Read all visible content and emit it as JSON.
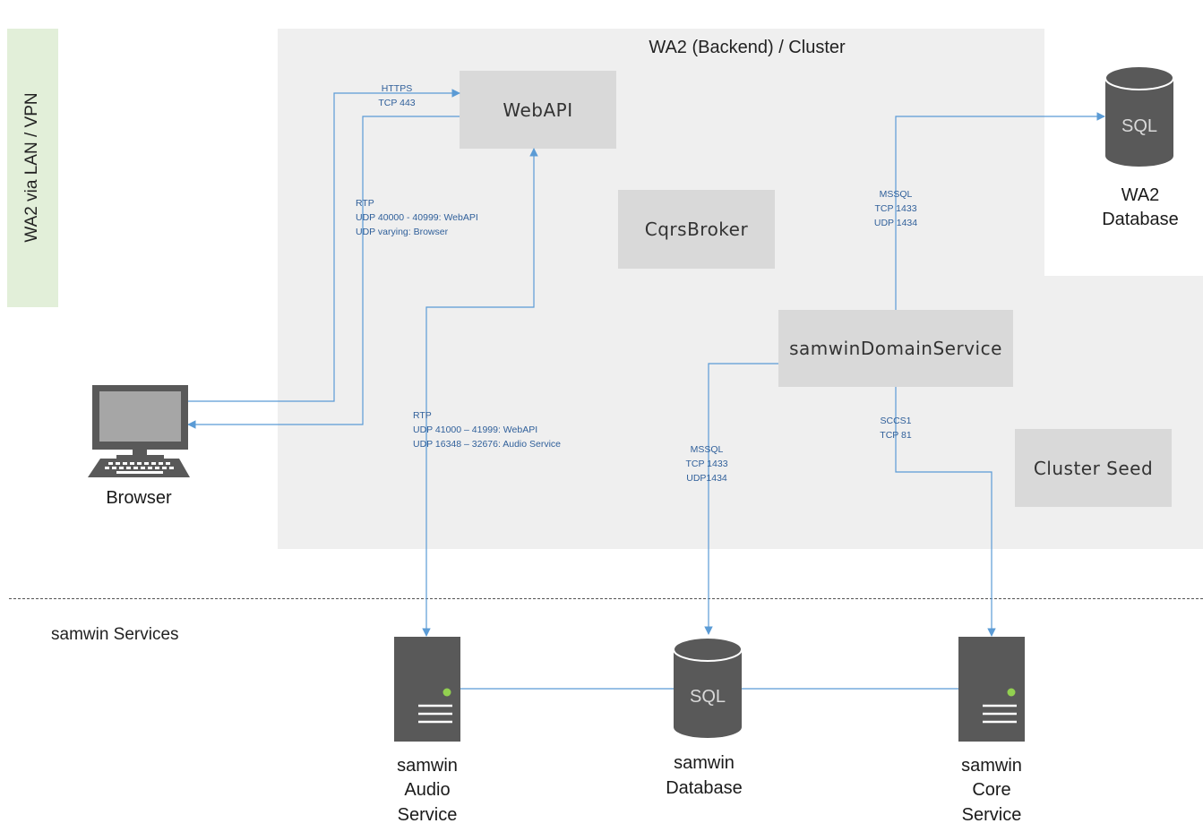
{
  "side_label": "WA2 via LAN / VPN",
  "cluster_title": "WA2 (Backend) / Cluster",
  "section_label": "samwin Services",
  "boxes": {
    "webapi": "WebAPI",
    "cqrs": "CqrsBroker",
    "domain": "samwinDomainService",
    "seed": "Cluster Seed"
  },
  "db_icon_text": "SQL",
  "nodes": {
    "browser": "Browser",
    "wa2_db_line1": "WA2",
    "wa2_db_line2": "Database",
    "audio_line1": "samwin",
    "audio_line2": "Audio",
    "audio_line3": "Service",
    "sdb_line1": "samwin",
    "sdb_line2": "Database",
    "core_line1": "samwin",
    "core_line2": "Core",
    "core_line3": "Service"
  },
  "edges": {
    "https_1": "HTTPS",
    "https_2": "TCP 443",
    "rtp1_1": "RTP",
    "rtp1_2": "UDP 40000 - 40999: WebAPI",
    "rtp1_3": "UDP varying: Browser",
    "mssql1_1": "MSSQL",
    "mssql1_2": "TCP 1433",
    "mssql1_3": "UDP 1434",
    "rtp2_1": "RTP",
    "rtp2_2": "UDP 41000 – 41999: WebAPI",
    "rtp2_3": "UDP 16348 – 32676: Audio Service",
    "mssql2_1": "MSSQL",
    "mssql2_2": "TCP 1433",
    "mssql2_3": "UDP1434",
    "sccs_1": "SCCS1",
    "sccs_2": "TCP 81"
  },
  "colors": {
    "cluster_bg": "#efefef",
    "box": "#d9d9d9",
    "side_band": "#e2efd9",
    "connector": "#5b9bd5",
    "icon": "#595959",
    "edge_text": "#2f5f9a"
  }
}
